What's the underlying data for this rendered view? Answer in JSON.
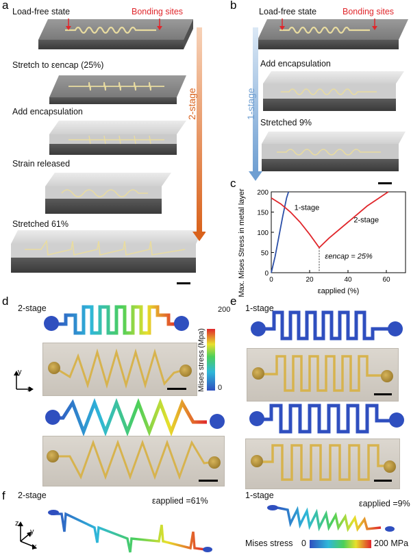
{
  "panels": {
    "a": "a",
    "b": "b",
    "c": "c",
    "d": "d",
    "e": "e",
    "f": "f"
  },
  "panel_a": {
    "load_free": "Load-free state",
    "bonding_sites": "Bonding sites",
    "stretch_to": "Stretch to εencap (25%)",
    "add_encapsulation": "Add encapsulation",
    "strain_released": "Strain released",
    "stretched": "Stretched 61%",
    "arrow_label": "2-stage",
    "arrow_color": "#e2762e"
  },
  "panel_b": {
    "load_free": "Load-free state",
    "bonding_sites": "Bonding sites",
    "add_encapsulation": "Add encapsulation",
    "stretched": "Stretched 9%",
    "arrow_label": "1-stage",
    "arrow_color": "#8fb6de"
  },
  "panel_d": {
    "label": "2-stage",
    "colorbar_label": "Mises stress (Mpa)",
    "colorbar_max": "200",
    "colorbar_min": "0",
    "axis_y": "y",
    "axis_x": "x"
  },
  "panel_e": {
    "label": "1-stage"
  },
  "panel_f": {
    "left_label": "2-stage",
    "left_strain": "εapplied =61%",
    "right_label": "1-stage",
    "right_strain": "εapplied =9%",
    "axis_z": "z",
    "axis_y": "y",
    "axis_x": "x",
    "legend_label": "Mises stress",
    "legend_min": "0",
    "legend_max": "200 MPa"
  },
  "colors": {
    "red": "#e0262b",
    "blue_series": "#2b4fa8",
    "red_series": "#e0262b"
  },
  "chart_data": {
    "type": "line",
    "ylabel": "Max. Mises Stress in metal layer (MPa)",
    "xlabel": "εapplied (%)",
    "xlim": [
      0,
      70
    ],
    "ylim": [
      0,
      200
    ],
    "xticks": [
      0,
      20,
      40,
      60
    ],
    "yticks": [
      0,
      50,
      100,
      150,
      200
    ],
    "series": [
      {
        "name": "1-stage",
        "color": "#2b4fa8",
        "x": [
          0,
          2,
          4,
          6,
          8,
          9
        ],
        "y": [
          0,
          40,
          90,
          140,
          185,
          200
        ]
      },
      {
        "name": "2-stage",
        "color": "#e0262b",
        "x": [
          0,
          5,
          10,
          15,
          20,
          25,
          30,
          40,
          50,
          61
        ],
        "y": [
          185,
          170,
          150,
          125,
          95,
          62,
          85,
          125,
          165,
          200
        ]
      }
    ],
    "annotations": [
      {
        "text": "1-stage"
      },
      {
        "text": "2-stage"
      },
      {
        "text": "εencap = 25%"
      }
    ],
    "reference_lines": {
      "hline_y": 200,
      "vline_x": 25
    }
  }
}
